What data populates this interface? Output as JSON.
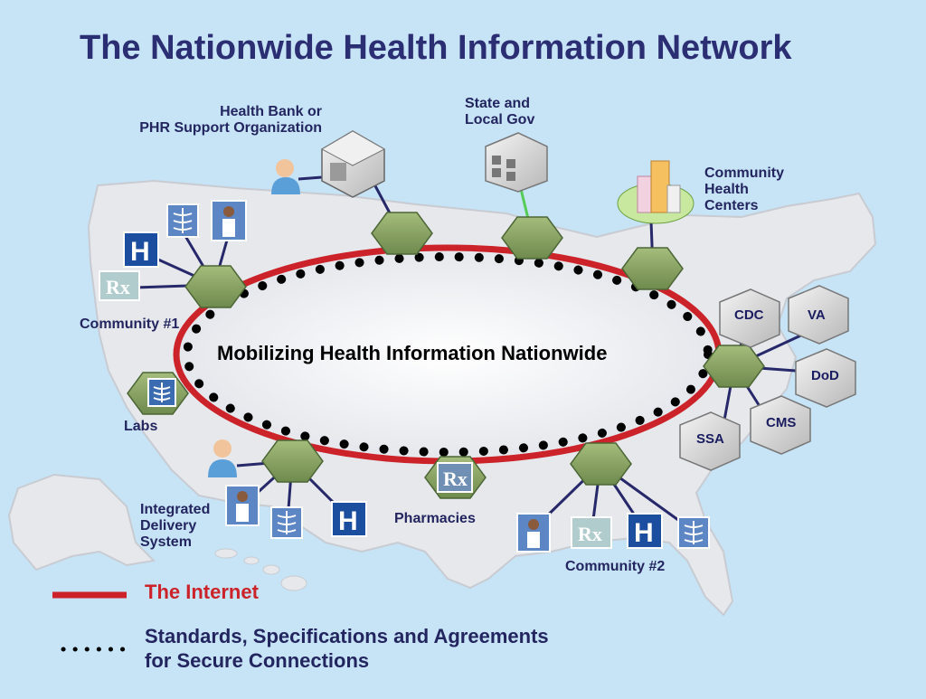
{
  "title": "The Nationwide Health Information Network",
  "center_label": "Mobilizing Health Information Nationwide",
  "nodes": {
    "health_bank": [
      "Health Bank or",
      "PHR Support Organization"
    ],
    "state_local": [
      "State and",
      "Local Gov"
    ],
    "community_health": [
      "Community",
      "Health",
      "Centers"
    ],
    "community_1": "Community #1",
    "labs": "Labs",
    "integrated": [
      "Integrated",
      "Delivery",
      "System"
    ],
    "pharmacies": "Pharmacies",
    "community_2": "Community #2"
  },
  "agencies": {
    "cdc": "CDC",
    "va": "VA",
    "dod": "DoD",
    "cms": "CMS",
    "ssa": "SSA"
  },
  "legend": {
    "internet": "The Internet",
    "standards": [
      "Standards, Specifications and Agreements",
      "for Secure Connections"
    ]
  },
  "colors": {
    "title": "#2b2e72",
    "internet": "#cc2229",
    "hex_fill": "#8aa466",
    "background": "#c7e3f6",
    "map": "#e6e8ec"
  },
  "icons": {
    "hospital": "H",
    "pharmacy": "Rx"
  }
}
